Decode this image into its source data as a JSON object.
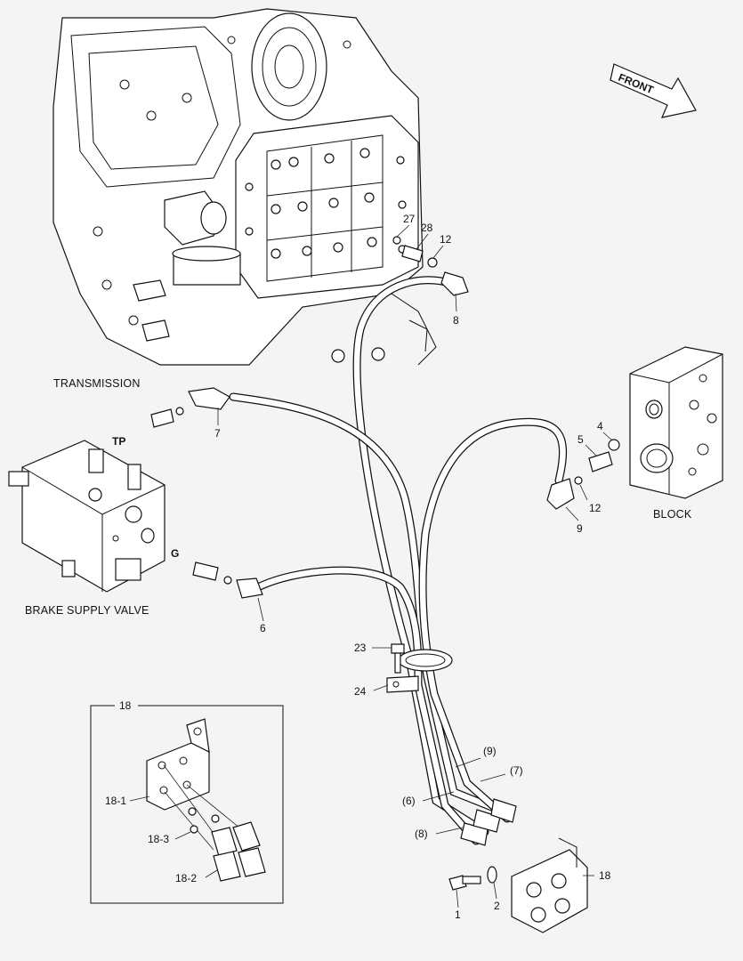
{
  "labels": {
    "transmission": "TRANSMISSION",
    "block": "BLOCK",
    "brake_supply_valve": "BRAKE SUPPLY VALVE",
    "front": "FRONT",
    "port_tp": "TP",
    "port_g": "G"
  },
  "callouts": {
    "c27": "27",
    "c28": "28",
    "c12a": "12",
    "c8": "8",
    "c7": "7",
    "c4": "4",
    "c5": "5",
    "c12b": "12",
    "c9": "9",
    "c6": "6",
    "c23": "23",
    "c24": "24",
    "c9p": "(9)",
    "c7p": "(7)",
    "c6p": "(6)",
    "c8p": "(8)",
    "c18": "18",
    "c1": "1",
    "c2": "2",
    "inset": "18",
    "c18_1": "18-1",
    "c18_3": "18-3",
    "c18_2": "18-2"
  }
}
